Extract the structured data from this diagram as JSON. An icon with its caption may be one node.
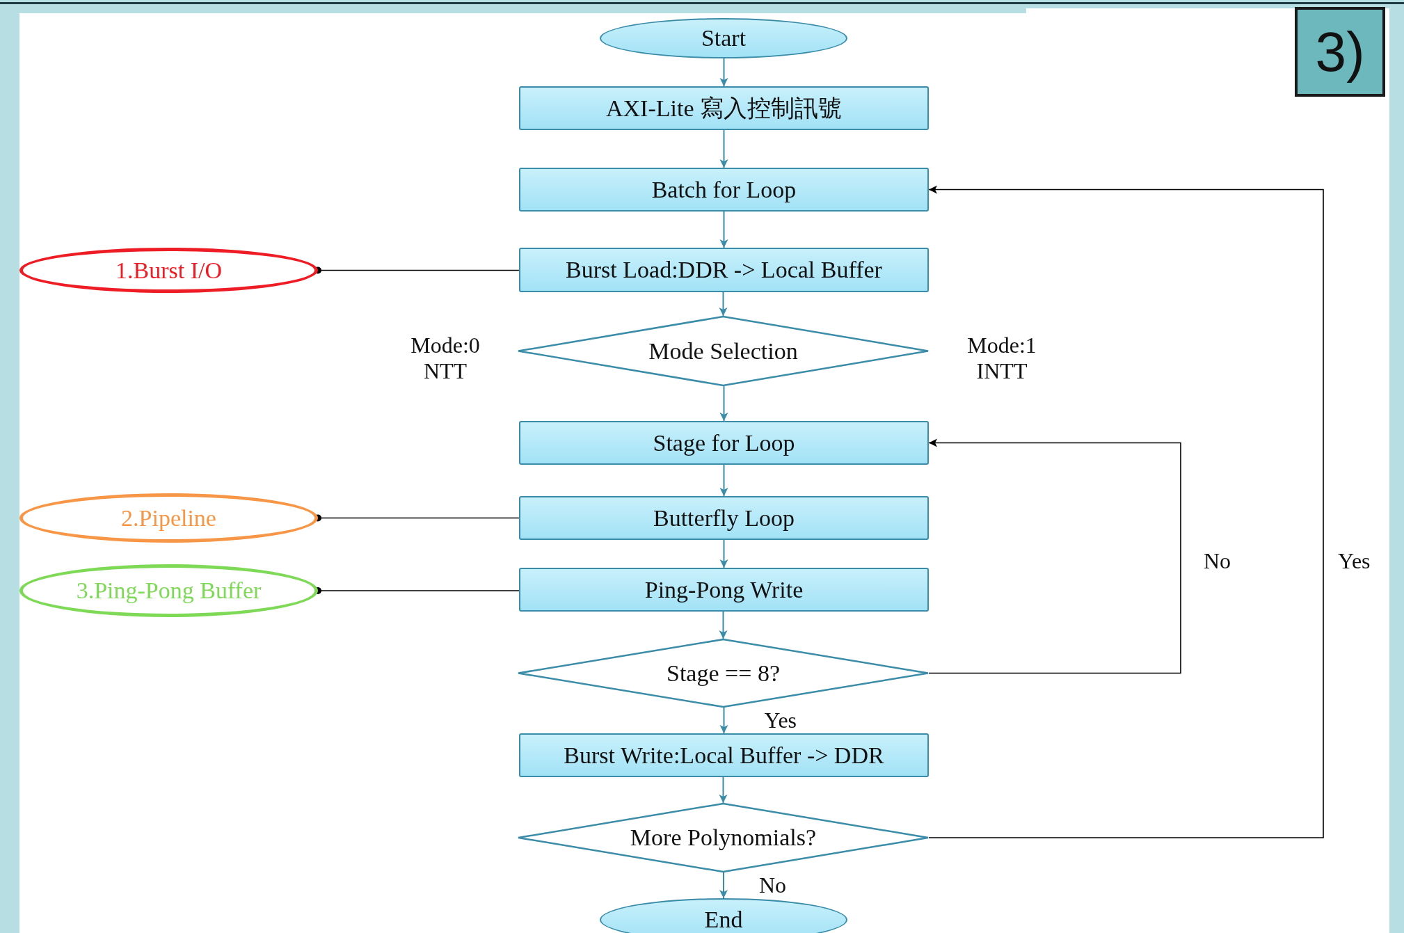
{
  "diagram": {
    "nodes": [
      {
        "text": [
          "Start"
        ]
      },
      {
        "text": [
          "AXI-Lite 寫入控制訊號"
        ]
      },
      {
        "text": [
          "Batch for Loop"
        ]
      },
      {
        "text": [
          "Burst Load:DDR -> Local Buffer"
        ]
      },
      {
        "text": [
          "1.Burst I/O"
        ]
      },
      {
        "text": [
          "Mode Selection"
        ]
      },
      {
        "text": [
          "Stage for Loop"
        ]
      },
      {
        "text": [
          "Butterfly Loop"
        ]
      },
      {
        "text": [
          "2.Pipeline"
        ]
      },
      {
        "text": [
          "Ping-Pong Write"
        ]
      },
      {
        "text": [
          "3.Ping-Pong Buffer"
        ]
      },
      {
        "text": [
          "Stage == 8?"
        ]
      },
      {
        "text": [
          "Burst Write:Local Buffer -> DDR"
        ]
      },
      {
        "text": [
          "More Polynomials?"
        ]
      },
      {
        "text": [
          "End"
        ]
      },
      {
        "text": [
          "3)"
        ]
      }
    ],
    "edges": [
      {
        "from": 0,
        "to": 1,
        "arrow": "to"
      },
      {
        "from": 1,
        "to": 2,
        "arrow": "to"
      },
      {
        "from": 2,
        "to": 3,
        "arrow": "to"
      },
      {
        "from": 3,
        "to": 5,
        "arrow": "to"
      },
      {
        "from": 5,
        "to": 6,
        "arrow": "to"
      },
      {
        "from": 6,
        "to": 7,
        "arrow": "to"
      },
      {
        "from": 7,
        "to": 9,
        "arrow": "to"
      },
      {
        "from": 9,
        "to": 11,
        "arrow": "to"
      },
      {
        "from": 11,
        "to": 12,
        "arrow": "to",
        "label": "Yes"
      },
      {
        "from": 12,
        "to": 13,
        "arrow": "to"
      },
      {
        "from": 13,
        "to": 14,
        "arrow": "to",
        "label": "No"
      },
      {
        "from": 11,
        "to": 6,
        "arrow": "to",
        "label": "No",
        "color": "#000000"
      },
      {
        "from": 13,
        "to": 2,
        "arrow": "to",
        "label": "Yes",
        "color": "#000000"
      },
      {
        "from": 4,
        "to": 3,
        "arrow": "other",
        "color": "#000000"
      },
      {
        "from": 8,
        "to": 7,
        "arrow": "other",
        "color": "#000000"
      },
      {
        "from": 10,
        "to": 9,
        "arrow": "other",
        "color": "#000000"
      }
    ],
    "labels": [
      "Mode:0 NTT",
      "Mode:1 INTT"
    ]
  }
}
